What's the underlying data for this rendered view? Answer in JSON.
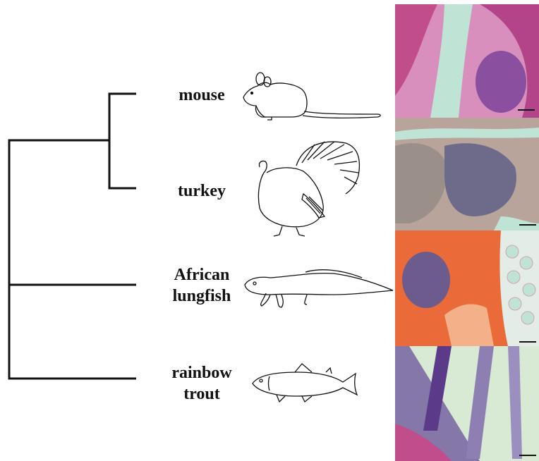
{
  "taxa": [
    {
      "id": "mouse",
      "lines": [
        "mouse"
      ]
    },
    {
      "id": "turkey",
      "lines": [
        "turkey"
      ]
    },
    {
      "id": "lungfish",
      "lines": [
        "African",
        "lungfish"
      ]
    },
    {
      "id": "trout",
      "lines": [
        "rainbow",
        "trout"
      ]
    }
  ],
  "icons": [
    "mouse-icon",
    "turkey-icon",
    "lungfish-icon",
    "trout-icon"
  ],
  "colors": {
    "line": "#111111",
    "he_pink": "#c24d8d",
    "he_purple": "#5b3a8a",
    "he_lumen": "#bfe3d4",
    "lungfish_orange": "#ea6a3a"
  }
}
